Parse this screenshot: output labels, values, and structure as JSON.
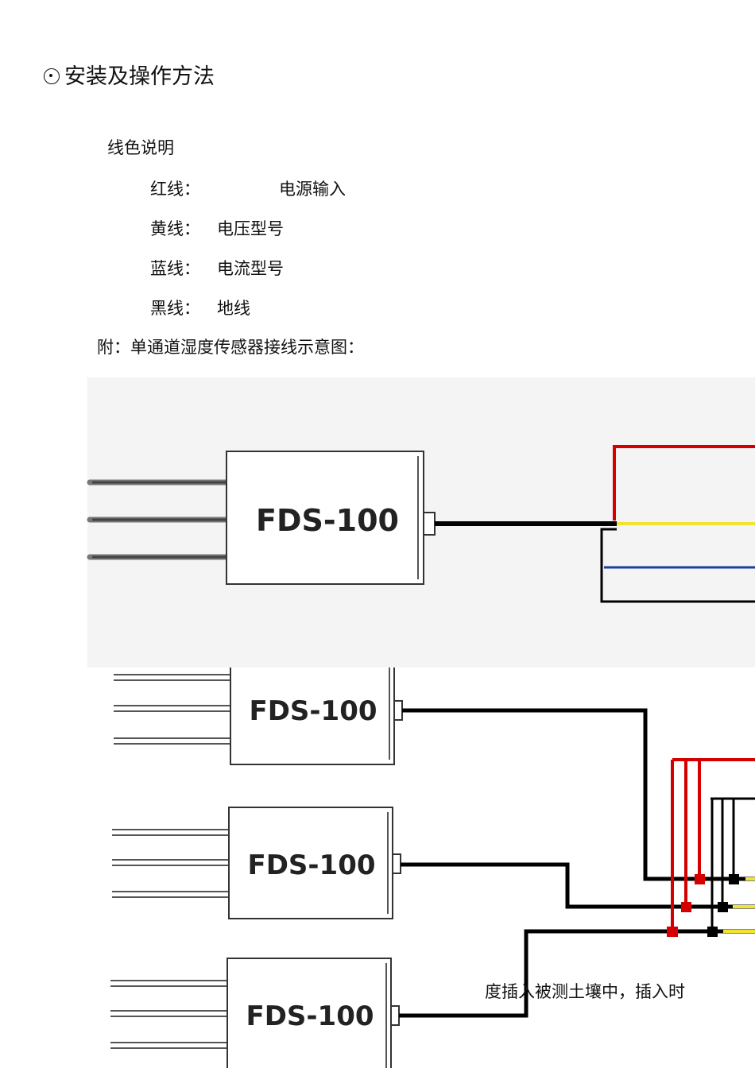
{
  "heading": "安装及操作方法",
  "wire_colors": {
    "title": "线色说明",
    "rows": [
      {
        "label": "红线：",
        "value": "电源输入"
      },
      {
        "label": "黄线：",
        "value": "电压型号"
      },
      {
        "label": "蓝线：",
        "value": "电流型号"
      },
      {
        "label": "黑线：",
        "value": "地线"
      }
    ]
  },
  "diagram_note": "附：单通道湿度传感器接线示意图：",
  "sensor_model": "FDS-100",
  "trailing_text": "度插入被测土壤中，插入时",
  "colors": {
    "red_wire": "#d40000",
    "yellow_wire": "#f2e332",
    "blue_wire": "#1a3f9c",
    "black_wire": "#000000"
  }
}
